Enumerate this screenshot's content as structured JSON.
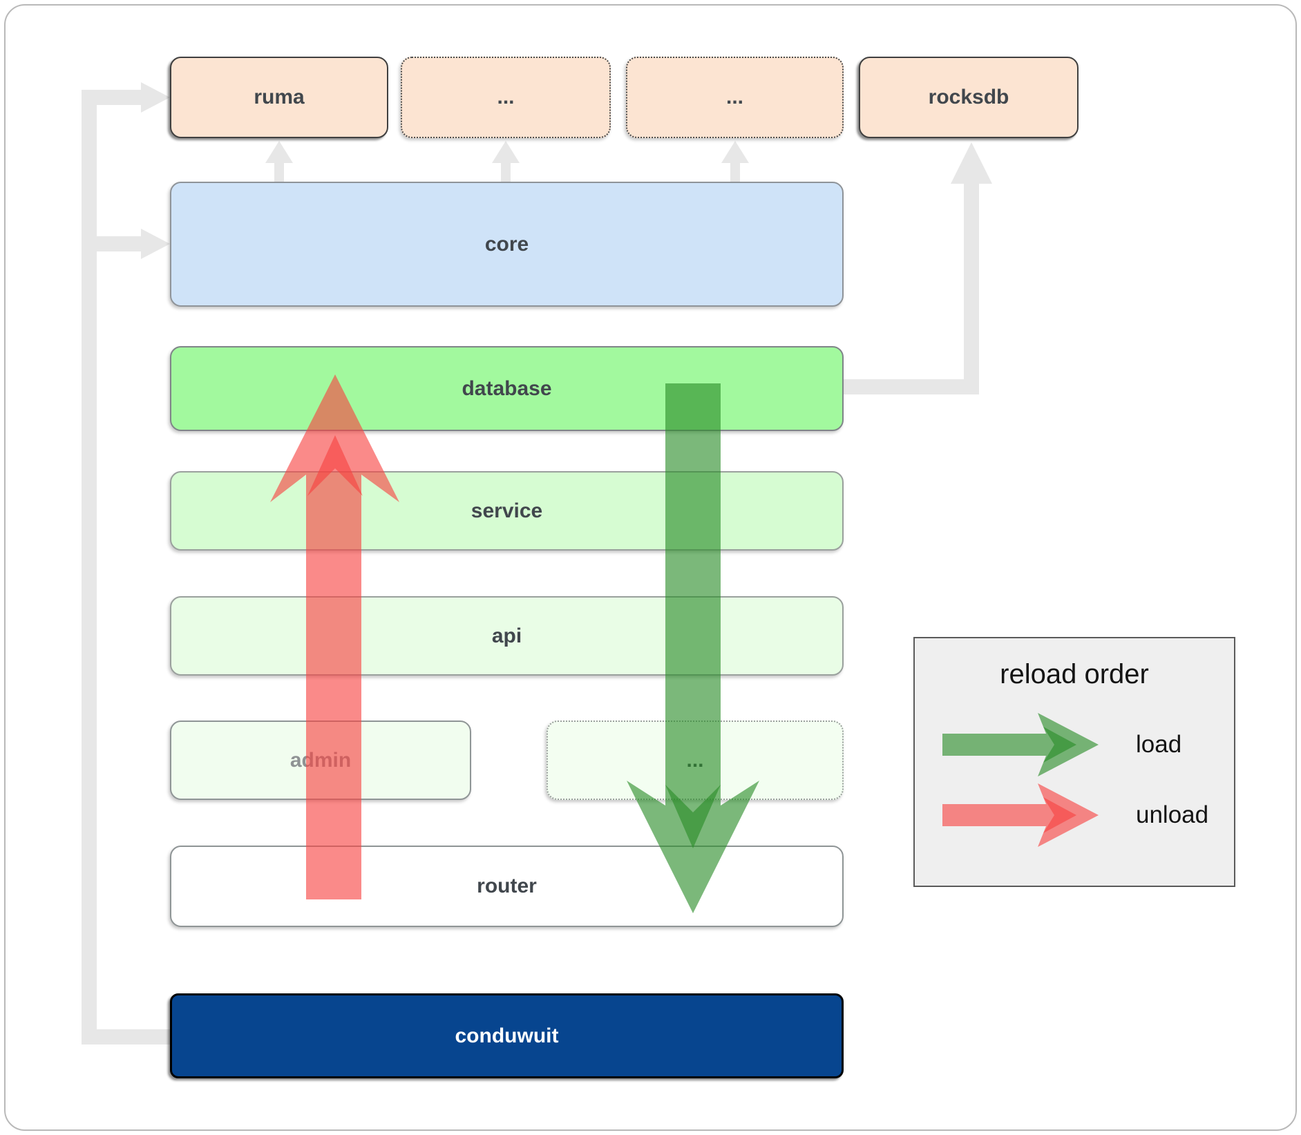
{
  "diagram": {
    "top_row": {
      "ruma": "ruma",
      "ellipsis_1": "...",
      "ellipsis_2": "...",
      "rocksdb": "rocksdb"
    },
    "layers": {
      "core": "core",
      "database": "database",
      "service": "service",
      "api": "api",
      "admin": "admin",
      "ellipsis_3": "...",
      "router": "router",
      "conduwuit": "conduwuit"
    }
  },
  "legend": {
    "title": "reload order",
    "load_label": "load",
    "unload_label": "unload"
  },
  "colors": {
    "peach": "#fce4d2",
    "core_blue": "#cfe3f8",
    "db_green": "#a2f99e",
    "service_green": "#d6fcd2",
    "api_green": "#e9fde6",
    "admin_green": "#f1fdef",
    "ellipsis_green": "#f3fef1",
    "brand_blue": "#07458f",
    "load_green": "#2a8c28",
    "unload_red": "#f74240",
    "connector_gray": "#e7e7e7",
    "legend_bg": "#efefef"
  }
}
